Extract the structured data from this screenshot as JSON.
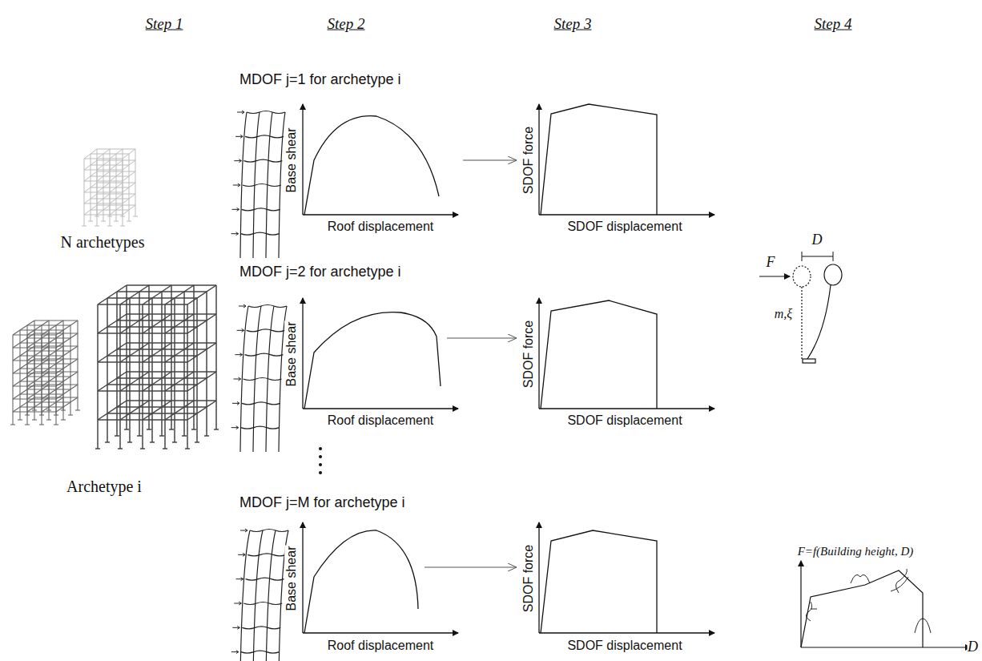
{
  "diagram": {
    "labels": [
      "Step 1",
      "Step 2",
      "Step 3",
      "Step 4",
      "MDOF j=1 for archetype i",
      "Base shear",
      "Roof displacement",
      "SDOF force",
      "SDOF displacement",
      "N archetypes",
      "MDOF j=2 for archetype i",
      "Base shear",
      "Roof displacement",
      "SDOF force",
      "SDOF displacement",
      "D",
      "F",
      "m,ξ",
      "Archetype i",
      "F=f(Building height, D)",
      "MDOF j=M for archetype i",
      "Base shear",
      "Roof displacement",
      "SDOF force",
      "SDOF displacement",
      "D"
    ]
  }
}
